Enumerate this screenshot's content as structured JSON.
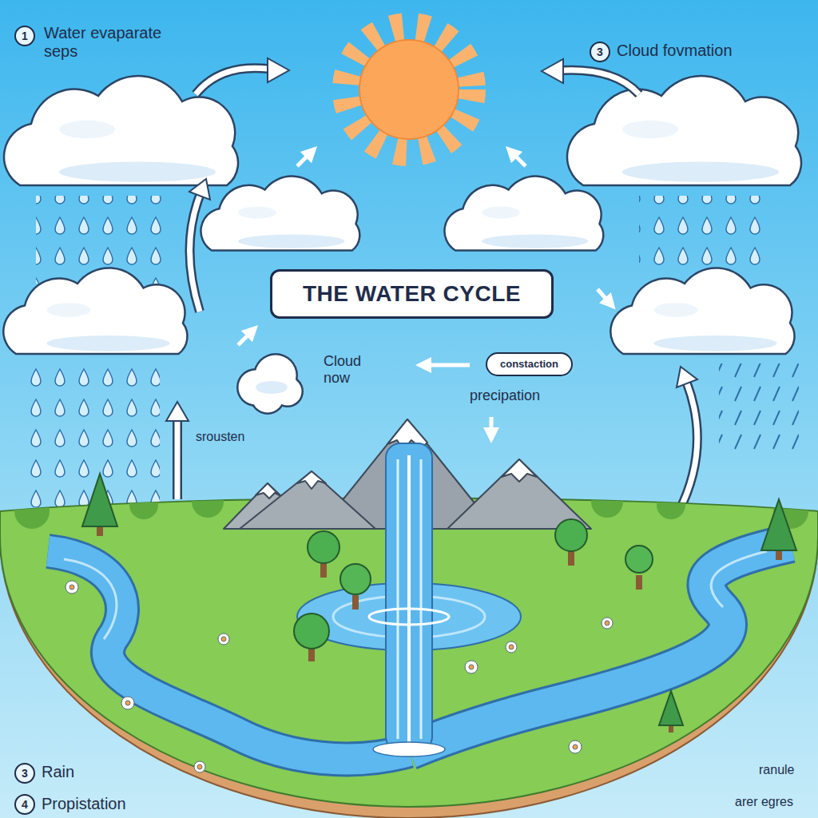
{
  "diagram": {
    "title": "THE WATER CYCLE",
    "nodes": [
      {
        "text": [
          "constaction"
        ]
      }
    ],
    "labels": [
      "1",
      "Water evaparate seps",
      "3",
      "Cloud fovmation",
      "Cloud now",
      "precipation",
      "srousten",
      "3",
      "Rain",
      "ranule",
      "4",
      "Propistation",
      "arer egres"
    ]
  }
}
